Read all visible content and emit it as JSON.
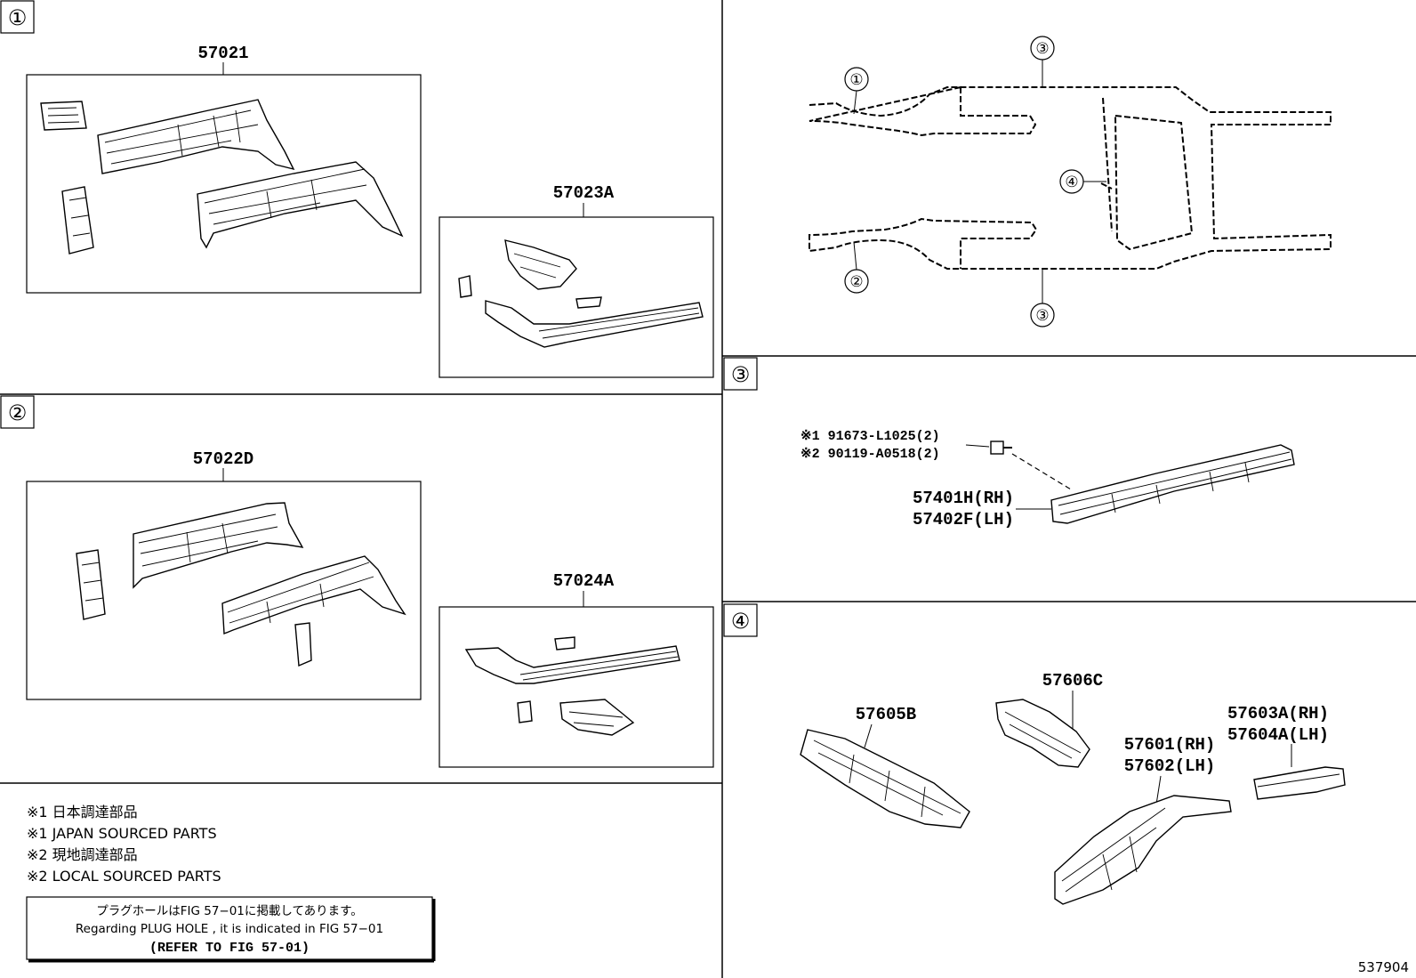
{
  "sections": {
    "s1": {
      "marker": "①",
      "parts": {
        "p57021": "57021",
        "p57023A": "57023A"
      }
    },
    "s2": {
      "marker": "②",
      "parts": {
        "p57022D": "57022D",
        "p57024A": "57024A"
      }
    },
    "s3": {
      "marker": "③",
      "fastener1": "※1 91673-L1025(2)",
      "fastener2": "※2 90119-A0518(2)",
      "rail_rh": "57401H(RH)",
      "rail_lh": "57402F(LH)"
    },
    "s4": {
      "marker": "④",
      "p57605B": "57605B",
      "p57606C": "57606C",
      "p57601": "57601(RH)",
      "p57602": "57602(LH)",
      "p57603A": "57603A(RH)",
      "p57604A": "57604A(LH)"
    }
  },
  "overview": {
    "callout1": "①",
    "callout2": "②",
    "callout3_top": "③",
    "callout3_bottom": "③",
    "callout4": "④"
  },
  "notes": {
    "line1": "※1 日本調達部品",
    "line2": "※1 JAPAN SOURCED PARTS",
    "line3": "※2 現地調達部品",
    "line4": "※2 LOCAL SOURCED PARTS"
  },
  "notice": {
    "jp": "プラグホールはFIG 57−01に掲載してあります。",
    "en": "Regarding  PLUG  HOLE , it is indicated in FIG  57−01",
    "ref": "(REFER TO FIG 57-01)"
  },
  "figure_id": "537904"
}
